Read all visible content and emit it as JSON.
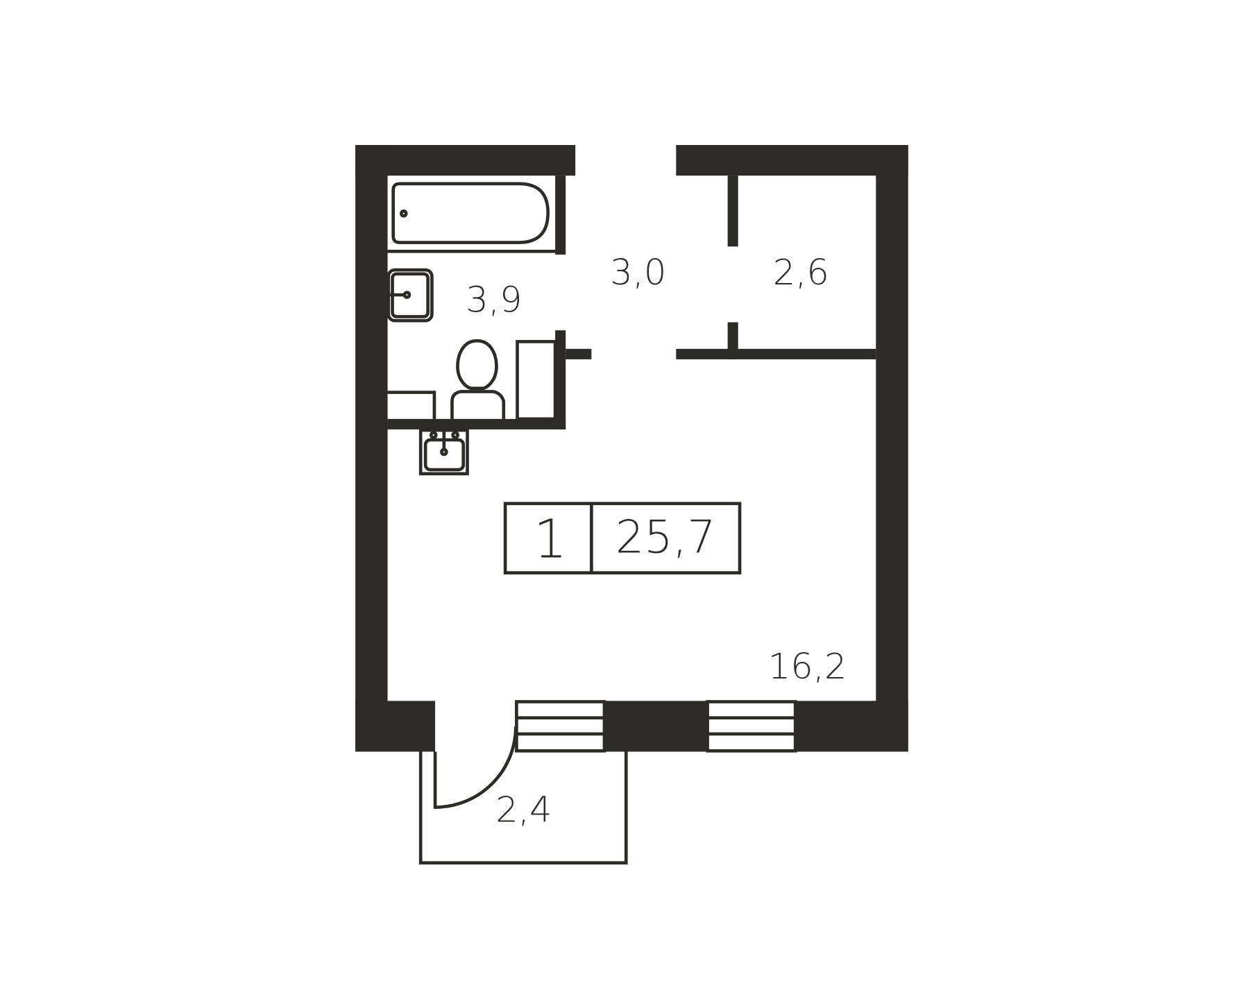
{
  "plan": {
    "wall_color": "#2d2b28",
    "rooms": {
      "bathroom_area": "3,9",
      "hallway_area": "3,0",
      "closet_area": "2,6",
      "living_room_area": "16,2",
      "balcony_area": "2,4"
    },
    "summary": {
      "rooms_count": "1",
      "total_area": "25,7"
    }
  }
}
